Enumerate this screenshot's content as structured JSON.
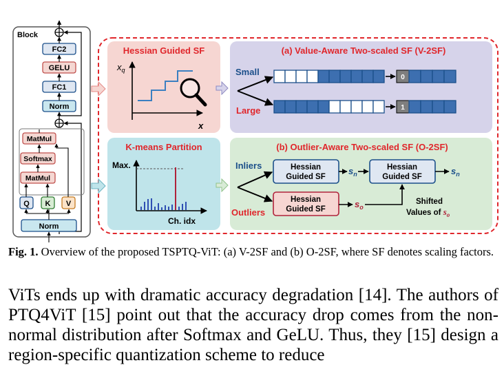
{
  "figure": {
    "block": {
      "title": "Block",
      "fc2": "FC2",
      "gelu": "GELU",
      "fc1": "FC1",
      "norm_top": "Norm",
      "matmul_top": "MatMul",
      "softmax": "Softmax",
      "matmul_bottom": "MatMul",
      "q": "Q",
      "k": "K",
      "v": "V",
      "norm_bottom": "Norm"
    },
    "hessian_panel": {
      "title": "Hessian Guided SF",
      "x_axis": "x",
      "y_axis": "x",
      "y_axis_sub": "q"
    },
    "v2sf": {
      "title": "(a) Value-Aware Two-scaled SF (V-2SF)",
      "small": "Small",
      "large": "Large",
      "flag_small": "0",
      "flag_large": "1"
    },
    "kmeans_panel": {
      "title": "K-means Partition",
      "y_axis": "Max.",
      "x_axis": "Ch. idx"
    },
    "o2sf": {
      "title": "(b) Outlier-Aware Two-scaled SF (O-2SF)",
      "inliers": "Inliers",
      "outliers": "Outliers",
      "box_inlier": [
        "Hessian",
        "Guided SF"
      ],
      "box_outlier": [
        "Hessian",
        "Guided SF"
      ],
      "box_right": [
        "Hessian",
        "Guided SF"
      ],
      "s_n": "s",
      "s_n_sub": "n",
      "s_o": "s",
      "s_o_sub": "o",
      "shifted_line1": "Shifted",
      "shifted_line2": "Values of",
      "shifted_s": "s",
      "shifted_sub": "o"
    }
  },
  "caption": {
    "label": "Fig. 1.",
    "text": " Overview of the proposed TSPTQ-ViT: (a) V-2SF and (b) O-2SF, where SF denotes scaling factors."
  },
  "body_text": "ViTs ends up with dramatic accuracy degradation [14]. The authors of PTQ4ViT [15] point out that the accuracy drop comes from the non-normal distribution after Softmax and GeLU. Thus, they [15] design a region-specific quantization scheme to reduce",
  "colors": {
    "title_red": "#e0262b",
    "blue_dark": "#1b4f8a",
    "blue_fill": "#3d6fb0",
    "hessian_bg": "#f6d6d2",
    "v2sf_bg": "#d6d3ea",
    "kmeans_bg": "#bfe4ea",
    "o2sf_bg": "#d8ebd6",
    "bar_blue": "#2f4fb3",
    "bar_red": "#b0223a"
  }
}
